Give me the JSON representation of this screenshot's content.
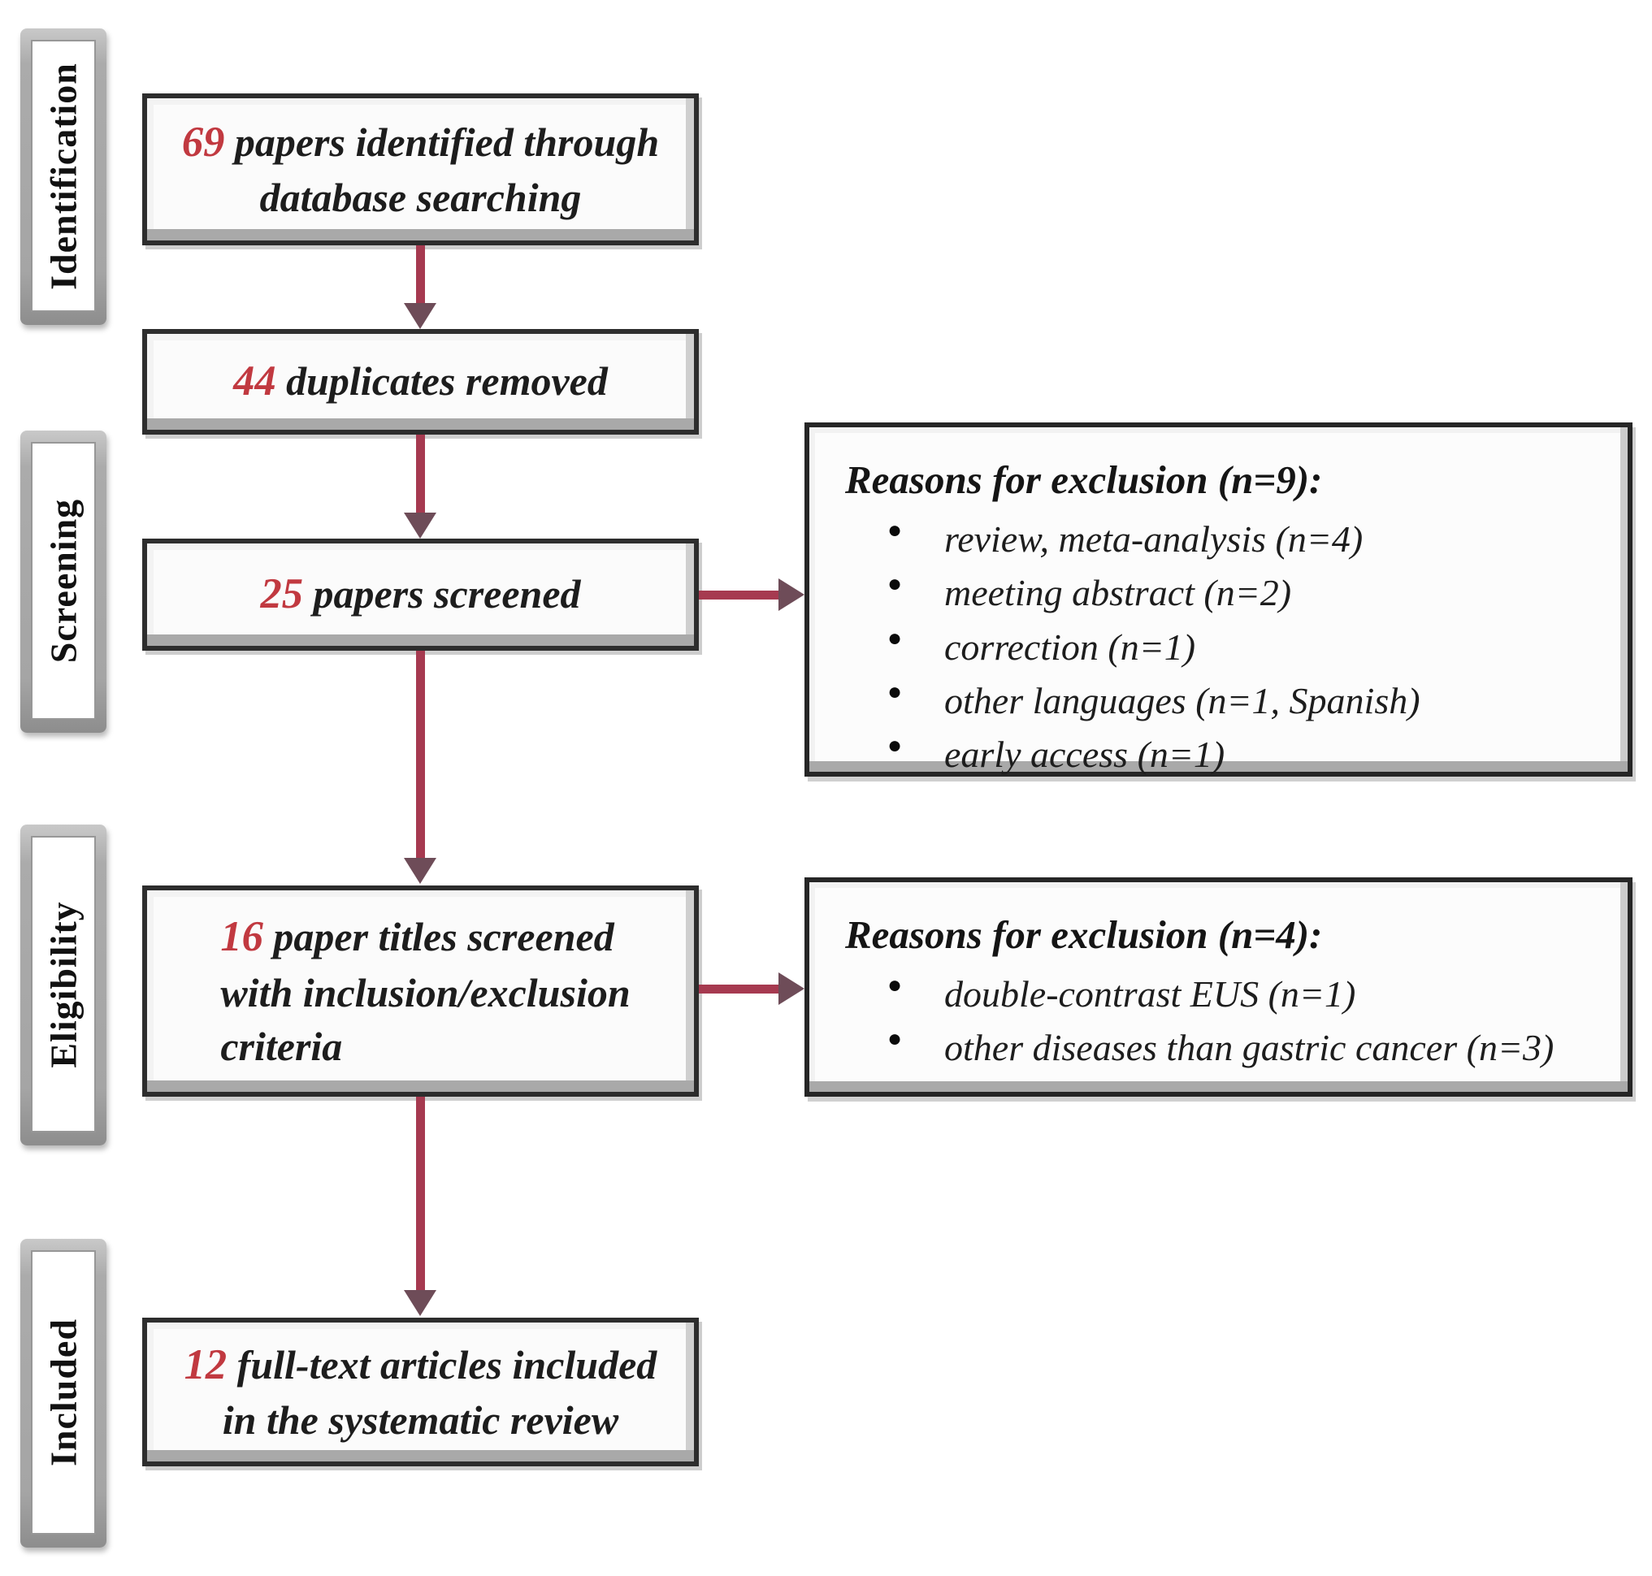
{
  "figure_type": "prisma-flow-diagram",
  "stages": [
    {
      "label": "Identification"
    },
    {
      "label": "Screening"
    },
    {
      "label": "Eligibility"
    },
    {
      "label": "Included"
    }
  ],
  "boxes": [
    {
      "number": "69",
      "text": " papers identified through\ndatabase searching"
    },
    {
      "number": "44",
      "text": " duplicates removed"
    },
    {
      "number": "25",
      "text": " papers screened"
    },
    {
      "number": "16",
      "text": " paper titles screened\nwith inclusion/exclusion\ncriteria"
    },
    {
      "number": "12",
      "text": " full-text articles included\nin the systematic review"
    }
  ],
  "exclusions": [
    {
      "title": "Reasons for exclusion (n=9):",
      "bullet": "●",
      "items": [
        "review, meta-analysis (n=4)",
        "meeting abstract (n=2)",
        "correction (n=1)",
        "other languages (n=1, Spanish)",
        "early access (n=1)"
      ]
    },
    {
      "title": "Reasons for exclusion (n=4):",
      "bullet": "●",
      "items": [
        "double-contrast EUS (n=1)",
        "other diseases than gastric cancer (n=3)"
      ]
    }
  ],
  "colors": {
    "number_red": "#c13940",
    "arrow_shaft": "#a63a50",
    "arrow_head": "#6e4c58",
    "box_border": "#2d2d2d",
    "stage_bar_gray": "#a5a5a5"
  }
}
